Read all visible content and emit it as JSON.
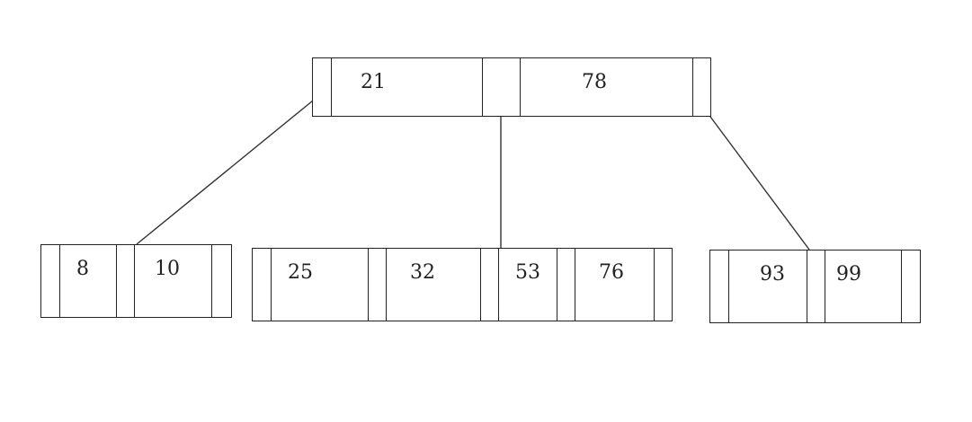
{
  "tree": {
    "root": {
      "keys": [
        "21",
        "78"
      ]
    },
    "children": [
      {
        "keys": [
          "8",
          "10"
        ]
      },
      {
        "keys": [
          "25",
          "32",
          "53",
          "76"
        ]
      },
      {
        "keys": [
          "93",
          "99"
        ]
      }
    ]
  }
}
